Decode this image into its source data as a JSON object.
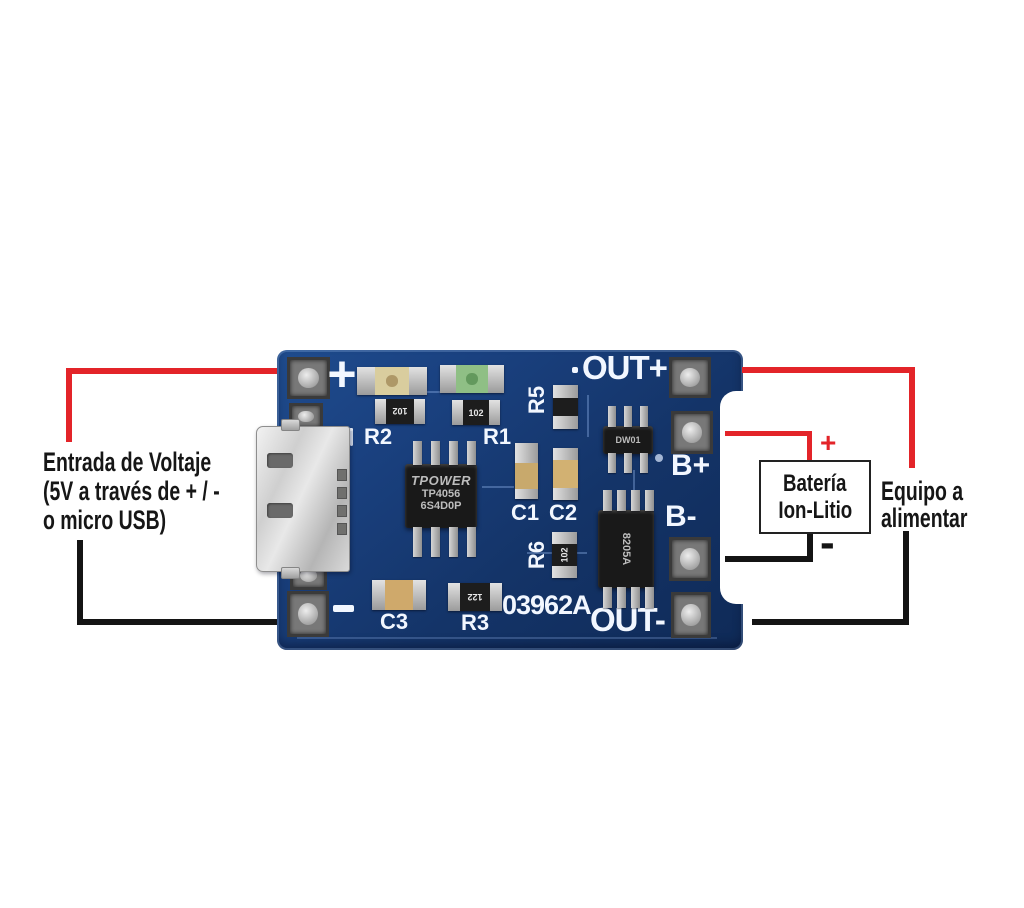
{
  "annotations": {
    "input": [
      "Entrada de Voltaje",
      "(5V a través de + / -",
      "o micro USB)"
    ],
    "battery": [
      "Batería",
      "Ion-Litio"
    ],
    "battery_plus": "+",
    "battery_minus": "-",
    "load": [
      "Equipo a",
      "alimentar"
    ]
  },
  "board": {
    "silkscreen": {
      "plus": "+",
      "out_plus": "OUT+",
      "b_plus": "B+",
      "b_minus": "B-",
      "out_minus": "OUT-",
      "model": "03962A",
      "r1": "R1",
      "r2": "R2",
      "r3": "R3",
      "r5": "R5",
      "r6": "R6",
      "c1": "C1",
      "c2": "C2",
      "c3": "C3"
    },
    "ics": {
      "main_brand": "TPOWER",
      "main_part": "TP4056",
      "main_code": "6S4D0P",
      "protection": "DW01",
      "mosfet": "8205A"
    },
    "codes": {
      "r1": "102",
      "r2": "102",
      "r3": "122",
      "r6": "102"
    }
  },
  "colors": {
    "wire_positive": "#e32429",
    "wire_negative": "#141414",
    "pcb": "#16386f",
    "silkscreen": "#f2f7ff"
  }
}
